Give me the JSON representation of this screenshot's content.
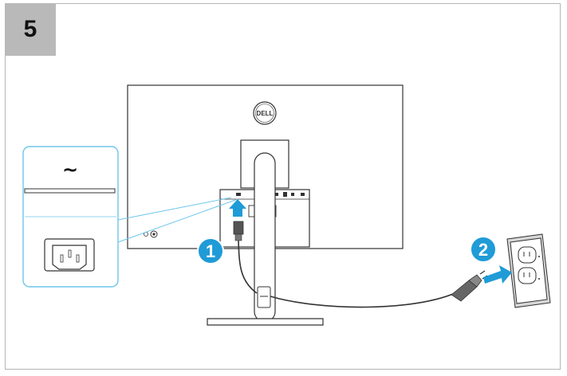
{
  "step": {
    "number": "5"
  },
  "callouts": [
    {
      "label": "1"
    },
    {
      "label": "2"
    }
  ],
  "monitor": {
    "logo_text": "DELL"
  },
  "inset": {
    "symbol": "~"
  },
  "colors": {
    "accent": "#1f9bd7",
    "inset_border": "#6dc6ec",
    "step_box": "#b9b9b9",
    "line": "#333333"
  }
}
